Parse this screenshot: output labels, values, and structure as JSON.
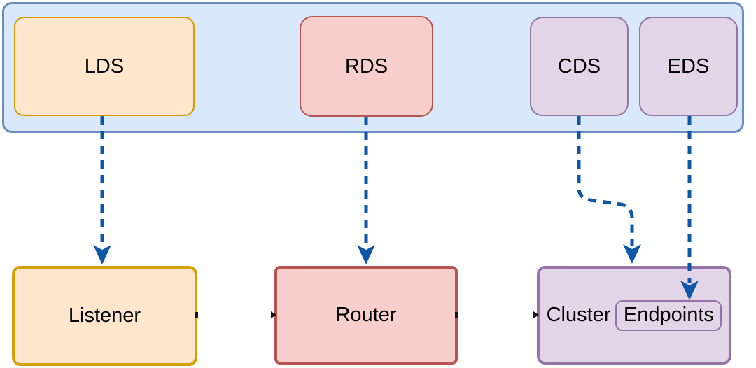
{
  "nodes": {
    "lds": {
      "label": "LDS"
    },
    "rds": {
      "label": "RDS"
    },
    "cds": {
      "label": "CDS"
    },
    "eds": {
      "label": "EDS"
    },
    "listener": {
      "label": "Listener"
    },
    "router": {
      "label": "Router"
    },
    "cluster": {
      "label": "Cluster"
    },
    "endpoints": {
      "label": "Endpoints"
    }
  },
  "edges": [
    {
      "from": "LDS",
      "to": "Listener",
      "style": "dashed-arrow"
    },
    {
      "from": "RDS",
      "to": "Router",
      "style": "dashed-arrow"
    },
    {
      "from": "CDS",
      "to": "Cluster",
      "style": "dashed-arrow"
    },
    {
      "from": "EDS",
      "to": "Endpoints",
      "style": "dashed-arrow"
    }
  ],
  "colors": {
    "panel_fill": "#dae8fc",
    "panel_stroke": "#6c8ebf",
    "orange_fill": "#ffe6cc",
    "orange_stroke": "#d79b00",
    "gold_stroke": "#d6a004",
    "red_fill": "#f8cecc",
    "red_stroke": "#b85450",
    "purple_fill": "#e1d5e7",
    "purple_stroke": "#9673a6",
    "arrow_blue": "#0d57a6"
  }
}
